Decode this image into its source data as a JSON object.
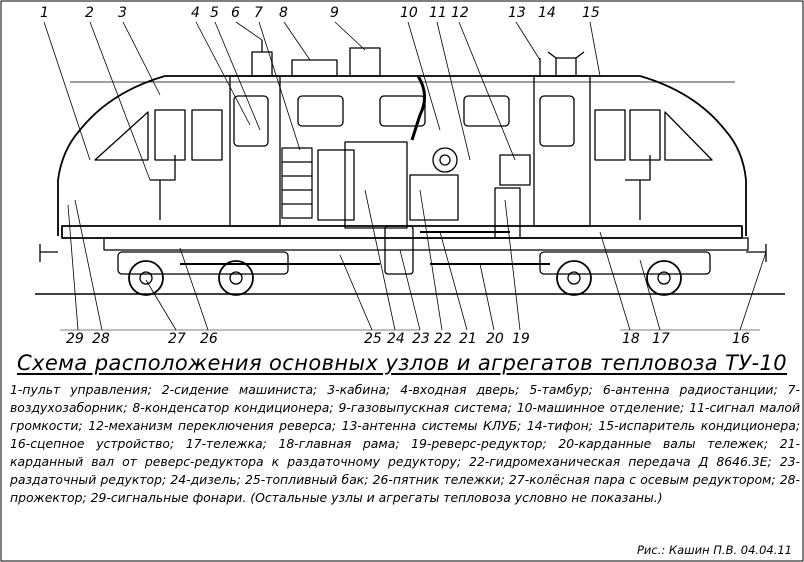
{
  "diagram": {
    "title": "Схема расположения основных узлов и агрегатов тепловоза ТУ-10",
    "callouts": [
      "1",
      "2",
      "3",
      "4",
      "5",
      "6",
      "7",
      "8",
      "9",
      "10",
      "11",
      "12",
      "13",
      "14",
      "15",
      "16",
      "17",
      "18",
      "19",
      "20",
      "21",
      "22",
      "23",
      "24",
      "25",
      "26",
      "27",
      "28",
      "29"
    ],
    "legend": "1-пульт управления; 2-сидение машиниста; 3-кабина; 4-входная дверь; 5-тамбур; 6-антенна радиостанции; 7-воздухозаборник; 8-конденсатор кондиционера; 9-газовыпускная система; 10-машинное отделение; 11-сигнал малой громкости; 12-механизм переключения реверса; 13-антенна системы КЛУБ; 14-тифон; 15-испаритель кондиционера; 16-сцепное устройство; 17-тележка; 18-главная рама; 19-реверс-редуктор; 20-карданные валы тележек; 21-карданный вал от реверс-редуктора к раздаточному редуктору; 22-гидромеханическая передача Д 8646.3Е; 23-раздаточный редуктор; 24-дизель; 25-топливный бак; 26-пятник тележки; 27-колёсная пара с осевым редуктором; 28-прожектор; 29-сигнальные фонари. (Остальные узлы и агрегаты тепловоза условно не показаны.)",
    "credit": "Рис.: Кашин П.В. 04.04.11"
  }
}
